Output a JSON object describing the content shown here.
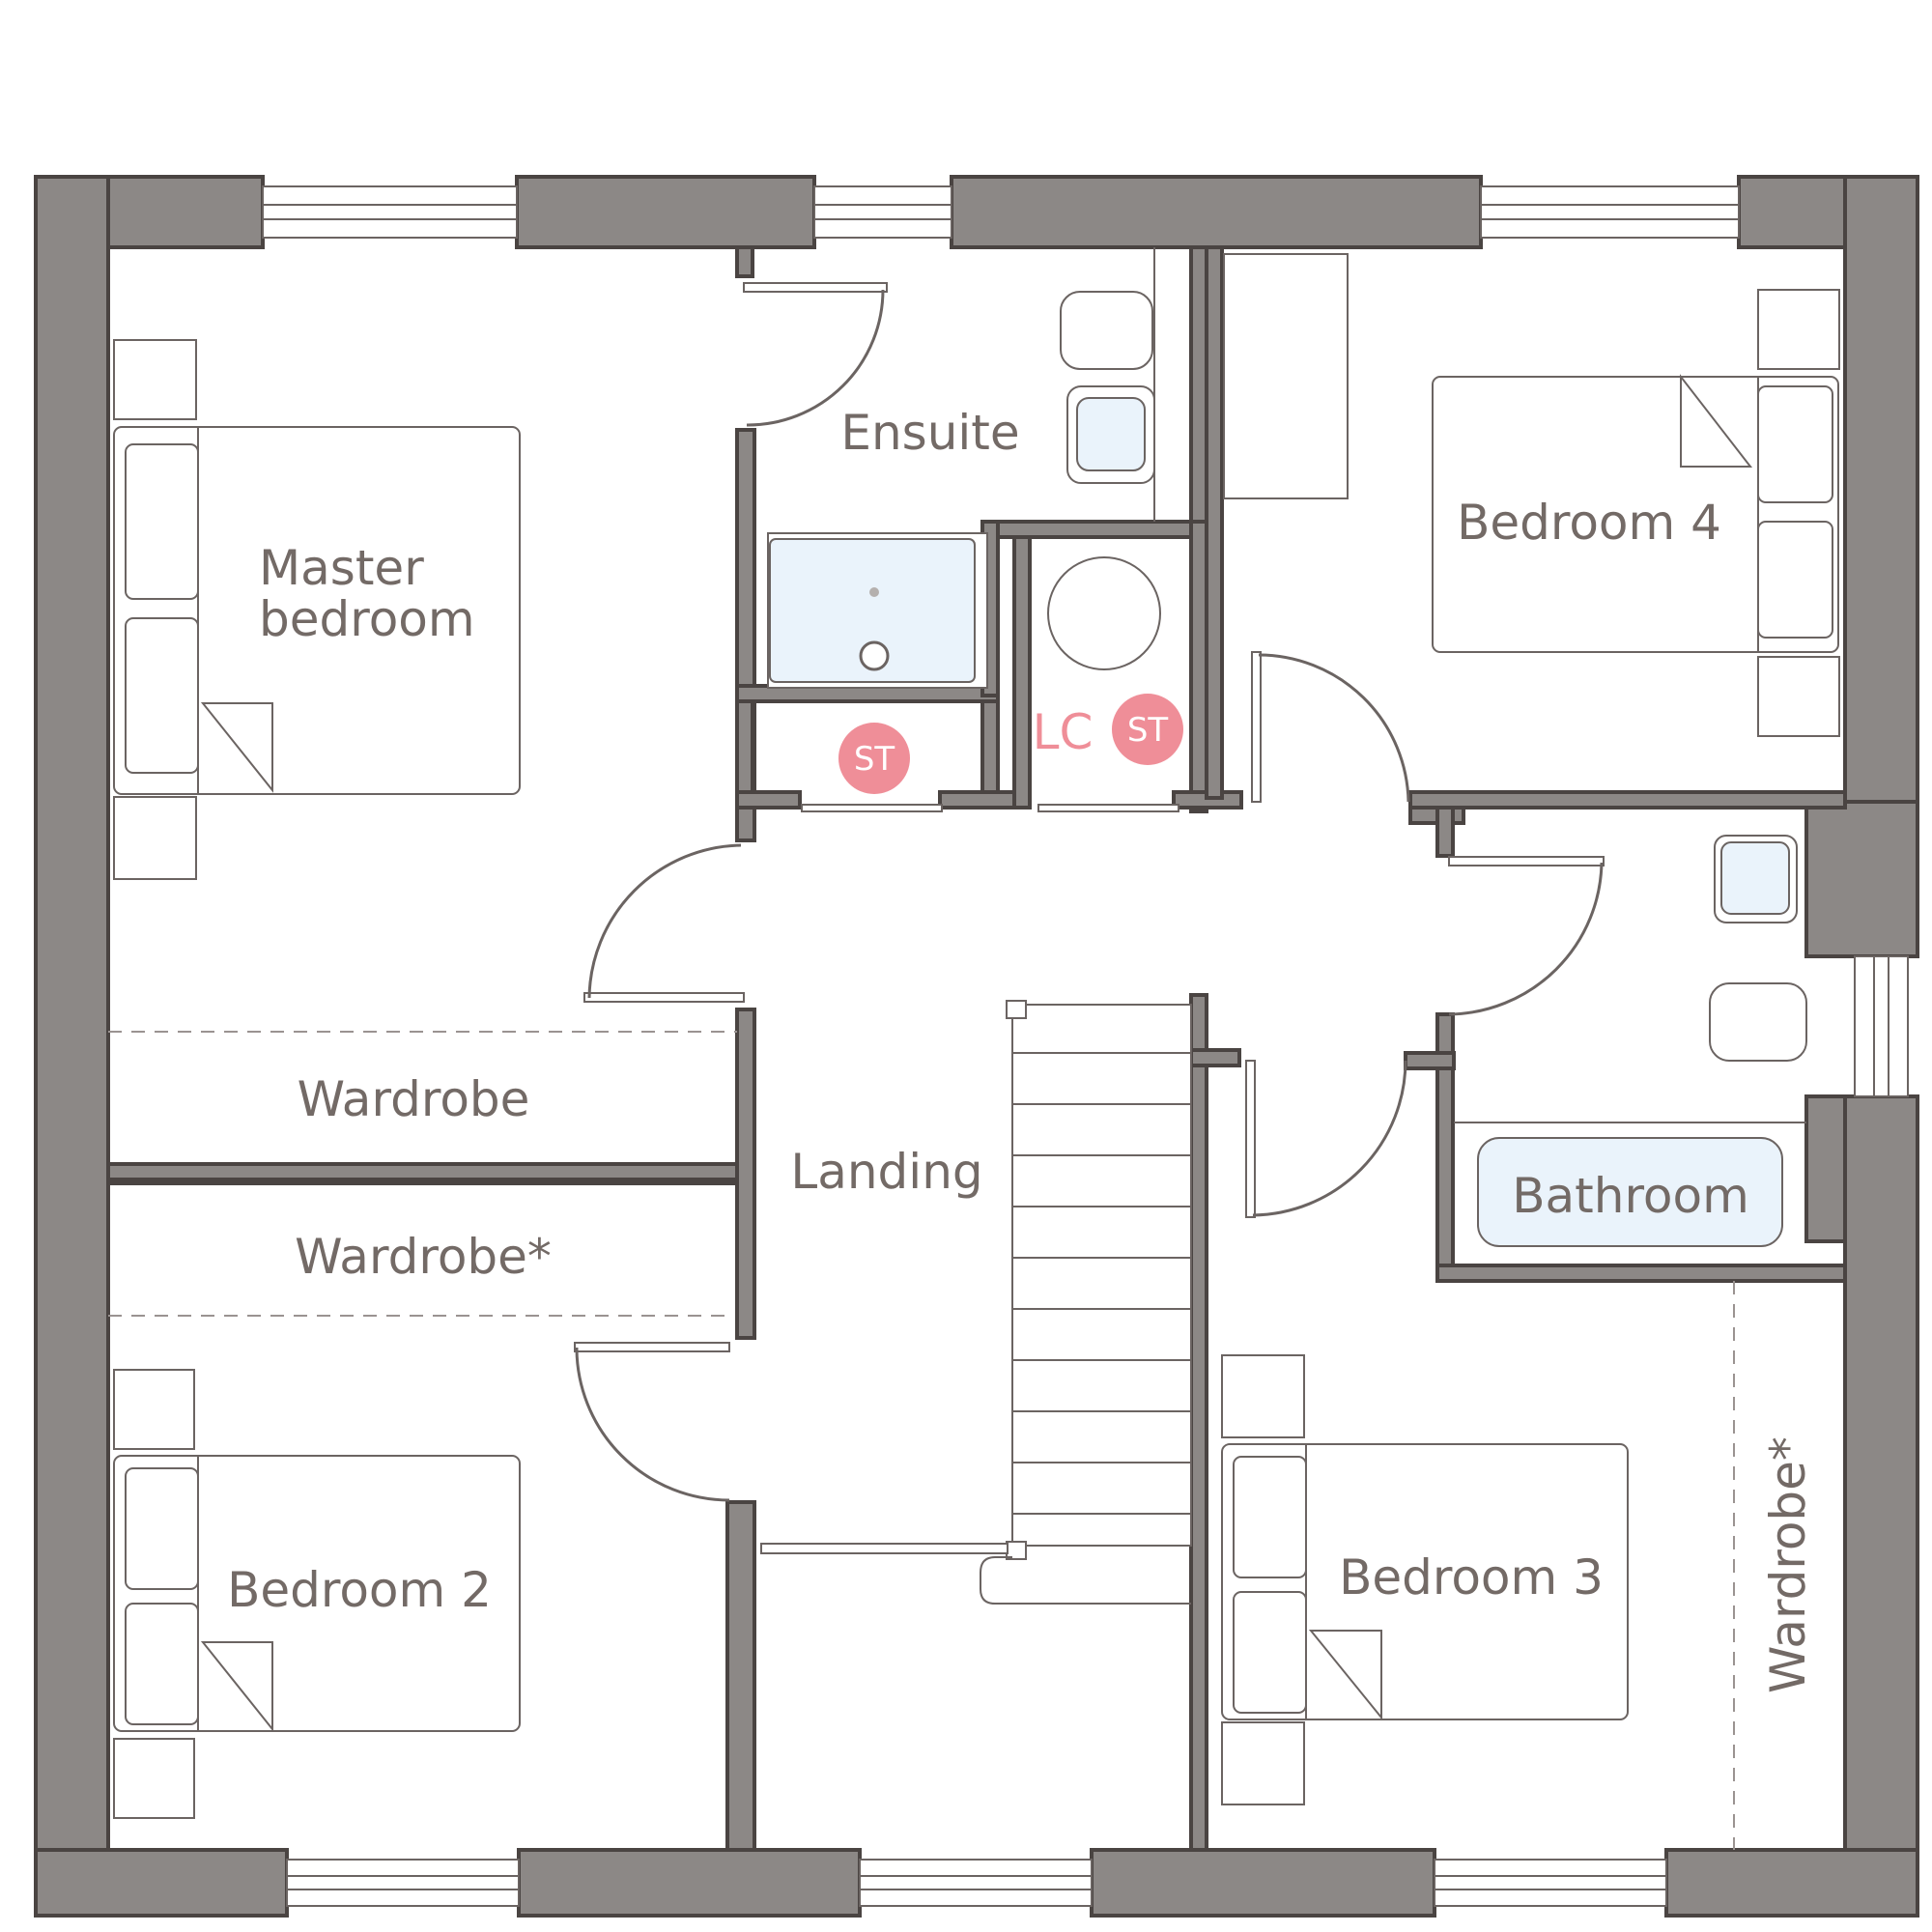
{
  "rooms": {
    "master_line1": "Master",
    "master_line2": "bedroom",
    "ensuite": "Ensuite",
    "bedroom4": "Bedroom 4",
    "wardrobe_master": "Wardrobe",
    "wardrobe_bed2": "Wardrobe*",
    "landing": "Landing",
    "bathroom": "Bathroom",
    "bedroom2": "Bedroom 2",
    "bedroom3": "Bedroom 3",
    "wardrobe_bed3": "Wardrobe*"
  },
  "tags": {
    "st": "ST",
    "lc": "LC"
  },
  "colors": {
    "wall": "#8c8886",
    "text": "#736a66",
    "tag": "#ef8e98",
    "fixture": "#eaf3fb"
  }
}
